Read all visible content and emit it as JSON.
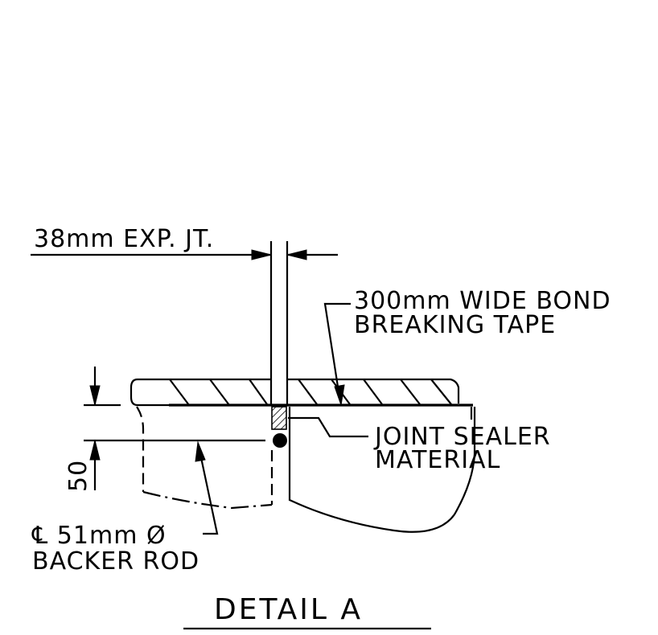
{
  "labels": {
    "expansion_joint": "38mm EXP. JT.",
    "bond_tape_line1": "300mm WIDE BOND",
    "bond_tape_line2": "BREAKING TAPE",
    "sealer_line1": "JOINT SEALER",
    "sealer_line2": "MATERIAL",
    "dimension_50": "50",
    "backer_rod_line1": "℄ 51mm Ø",
    "backer_rod_line2": "BACKER ROD"
  },
  "title": "DETAIL A"
}
